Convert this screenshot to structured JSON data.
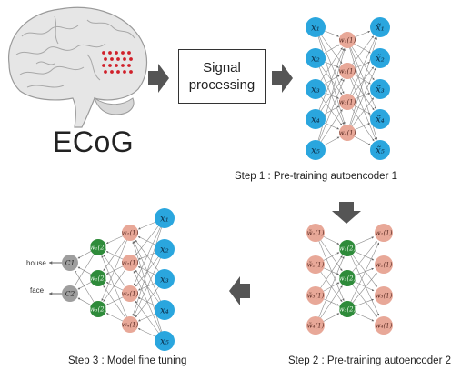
{
  "ecog_label": "ECoG",
  "signal_box": {
    "line1": "Signal",
    "line2": "processing"
  },
  "captions": {
    "step1": "Step 1 : Pre-training autoencoder 1",
    "step2": "Step 2 : Pre-training autoencoder 2",
    "step3": "Step 3 : Model fine tuning"
  },
  "outputs": {
    "house": "house",
    "face": "face"
  },
  "inputs": [
    "x₁",
    "x₂",
    "x₃",
    "x₄",
    "x₅"
  ],
  "reconstructed_inputs": [
    "x̃₁",
    "x̃₂",
    "x̃₃",
    "x̃₄",
    "x̃₅"
  ],
  "hidden1": [
    "w₁(1)",
    "w₂(1)",
    "w₃(1)",
    "w₄(1)"
  ],
  "hidden2": [
    "w₁(2)",
    "w₂(2)",
    "w₃(2)"
  ],
  "reconstructed_hidden1": [
    "w̃₁(1)",
    "w̃₂(1)",
    "w̃₃(1)",
    "w̃₄(1)"
  ],
  "classifier": [
    "C1",
    "C2"
  ],
  "colors": {
    "input": "#2aa6de",
    "hidden1": "#e8a898",
    "hidden2": "#2e8b3a",
    "classifier": "#9e9e9e",
    "arrow": "#555555",
    "electrode": "#d0202a"
  }
}
